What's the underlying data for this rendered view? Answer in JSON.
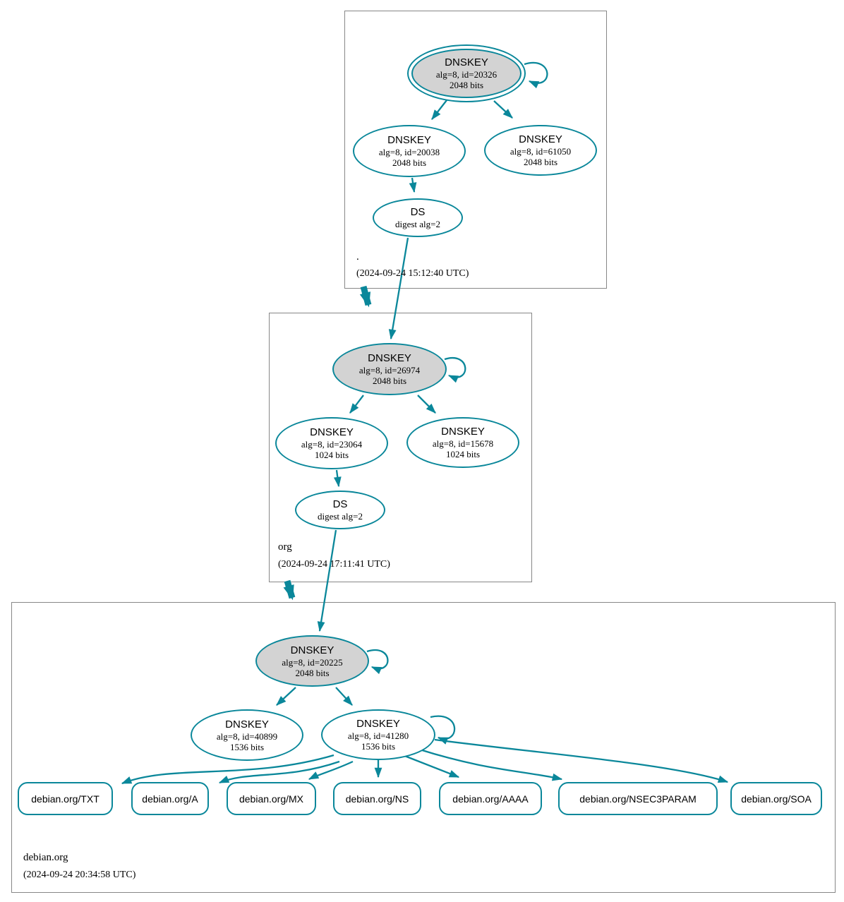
{
  "colors": {
    "edge": "#0a879a",
    "node_border": "#0a879a",
    "ksk_fill": "#d3d3d3",
    "node_fill": "#ffffff",
    "zone_box_border": "#878787"
  },
  "zones": {
    "root": {
      "name": ".",
      "timestamp": "(2024-09-24 15:12:40 UTC)",
      "nodes": {
        "ksk": {
          "title": "DNSKEY",
          "detail": "alg=8, id=20326",
          "bits": "2048 bits"
        },
        "zsk_left": {
          "title": "DNSKEY",
          "detail": "alg=8, id=20038",
          "bits": "2048 bits"
        },
        "zsk_right": {
          "title": "DNSKEY",
          "detail": "alg=8, id=61050",
          "bits": "2048 bits"
        },
        "ds": {
          "title": "DS",
          "detail": "digest alg=2"
        }
      }
    },
    "org": {
      "name": "org",
      "timestamp": "(2024-09-24 17:11:41 UTC)",
      "nodes": {
        "ksk": {
          "title": "DNSKEY",
          "detail": "alg=8, id=26974",
          "bits": "2048 bits"
        },
        "zsk_left": {
          "title": "DNSKEY",
          "detail": "alg=8, id=23064",
          "bits": "1024 bits"
        },
        "zsk_right": {
          "title": "DNSKEY",
          "detail": "alg=8, id=15678",
          "bits": "1024 bits"
        },
        "ds": {
          "title": "DS",
          "detail": "digest alg=2"
        }
      }
    },
    "debian": {
      "name": "debian.org",
      "timestamp": "(2024-09-24 20:34:58 UTC)",
      "nodes": {
        "ksk": {
          "title": "DNSKEY",
          "detail": "alg=8, id=20225",
          "bits": "2048 bits"
        },
        "zsk_left": {
          "title": "DNSKEY",
          "detail": "alg=8, id=40899",
          "bits": "1536 bits"
        },
        "zsk_right": {
          "title": "DNSKEY",
          "detail": "alg=8, id=41280",
          "bits": "1536 bits"
        }
      },
      "rrsets": [
        {
          "label": "debian.org/TXT"
        },
        {
          "label": "debian.org/A"
        },
        {
          "label": "debian.org/MX"
        },
        {
          "label": "debian.org/NS"
        },
        {
          "label": "debian.org/AAAA"
        },
        {
          "label": "debian.org/NSEC3PARAM"
        },
        {
          "label": "debian.org/SOA"
        }
      ]
    }
  }
}
